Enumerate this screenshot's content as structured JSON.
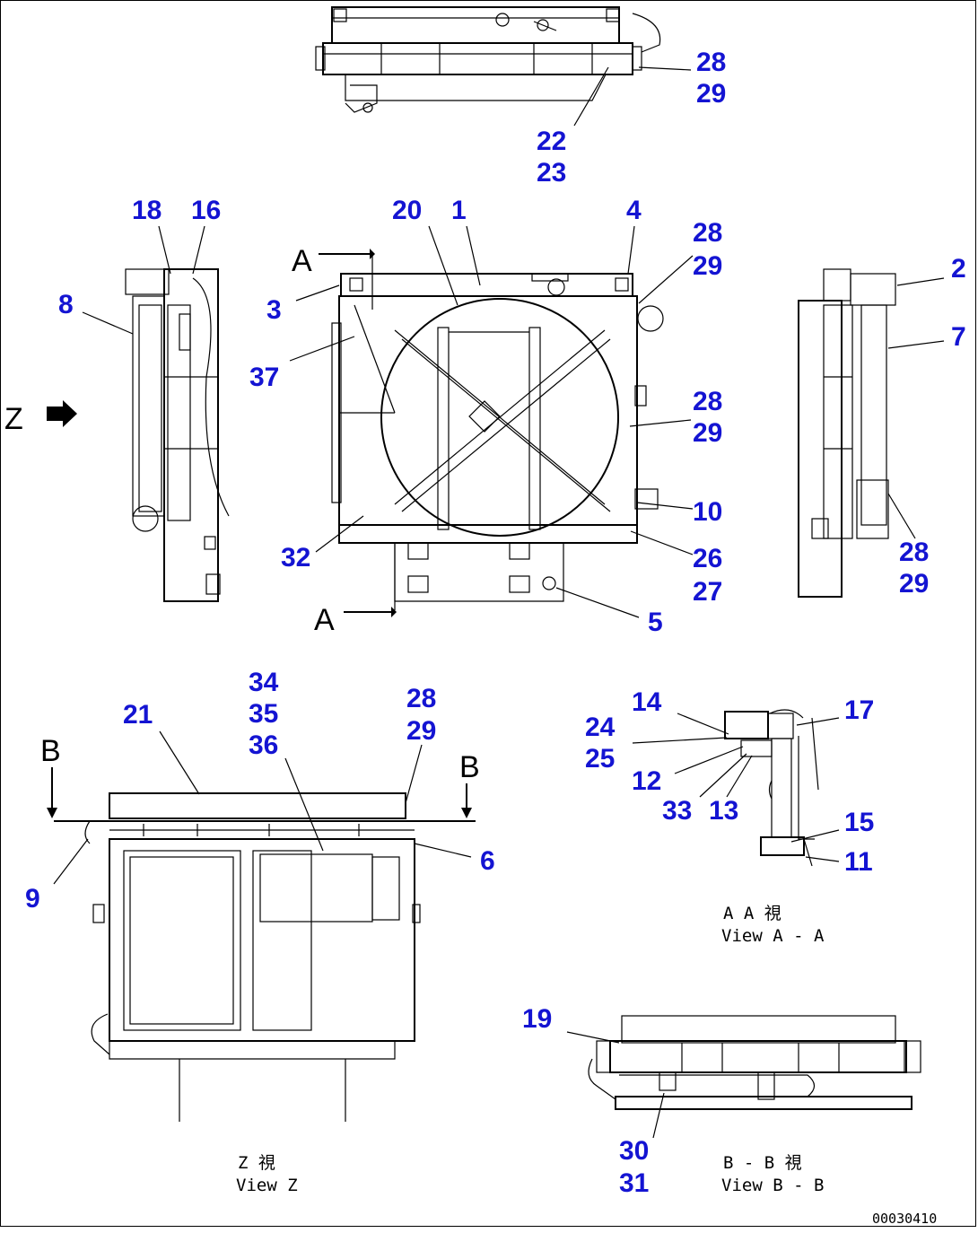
{
  "callouts": {
    "c28a": "28",
    "c29a": "29",
    "c22": "22",
    "c23": "23",
    "c18": "18",
    "c16": "16",
    "c8": "8",
    "c20": "20",
    "c1": "1",
    "c4": "4",
    "c28b": "28",
    "c29b": "29",
    "c3": "3",
    "c37": "37",
    "c28c": "28",
    "c29c": "29",
    "c10": "10",
    "c32": "32",
    "c26": "26",
    "c27": "27",
    "c5": "5",
    "c2": "2",
    "c7": "7",
    "c28d": "28",
    "c29d": "29",
    "c21": "21",
    "c34": "34",
    "c35": "35",
    "c36": "36",
    "c28e": "28",
    "c29e": "29",
    "c9": "9",
    "c6": "6",
    "c14": "14",
    "c24": "24",
    "c25": "25",
    "c17": "17",
    "c12": "12",
    "c33": "33",
    "c13": "13",
    "c15": "15",
    "c11": "11",
    "c19": "19",
    "c30": "30",
    "c31": "31"
  },
  "section_markers": {
    "a_top": "A",
    "a_bottom": "A",
    "b_left": "B",
    "b_right": "B",
    "z_arrow": "Z"
  },
  "captions": {
    "view_aa_jp": "A  A  視",
    "view_aa": "View A - A",
    "view_z_jp": "Z  視",
    "view_z": "View Z",
    "view_bb_jp": "B - B  視",
    "view_bb": "View B - B"
  },
  "document_id": "00030410"
}
